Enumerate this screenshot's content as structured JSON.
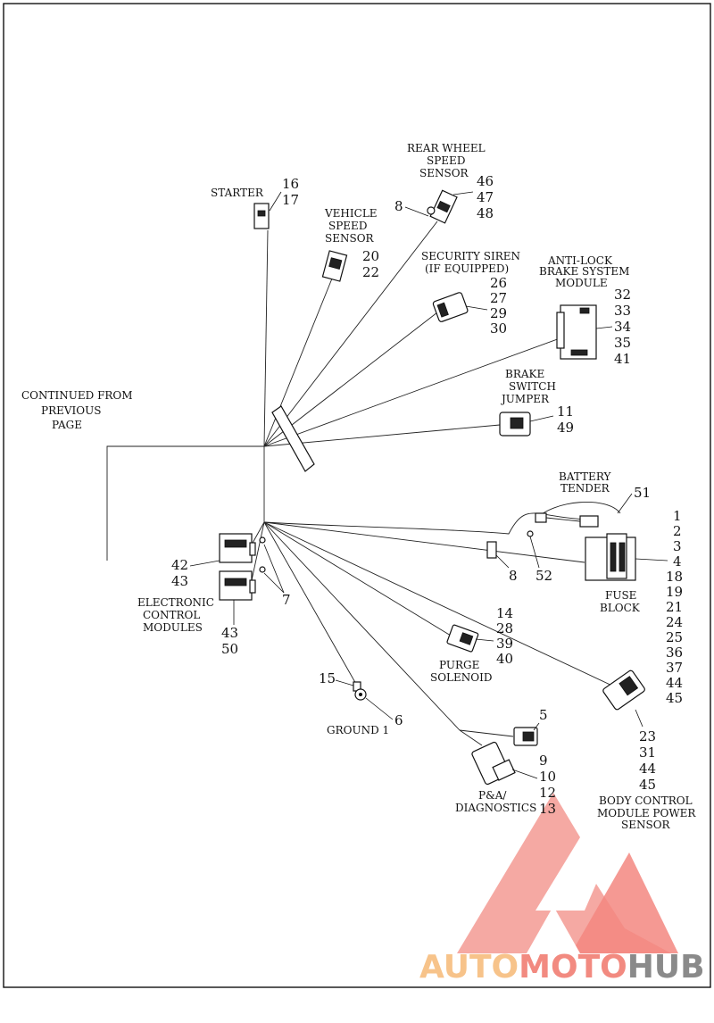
{
  "continued": [
    "CONTINUED FROM",
    "PREVIOUS",
    "PAGE"
  ],
  "starter": {
    "label": [
      "STARTER"
    ],
    "nums": [
      "16",
      "17"
    ]
  },
  "vss": {
    "label": [
      "VEHICLE",
      "SPEED",
      "SENSOR"
    ],
    "nums": [
      "20",
      "22"
    ]
  },
  "rwss": {
    "label": [
      "REAR WHEEL",
      "SPEED",
      "SENSOR"
    ],
    "nums": [
      "46",
      "47",
      "48"
    ],
    "callout": "8"
  },
  "siren": {
    "label": [
      "SECURITY SIREN",
      "(IF EQUIPPED)"
    ],
    "nums": [
      "26",
      "27",
      "29",
      "30"
    ]
  },
  "abs": {
    "label": [
      "ANTI-LOCK",
      "BRAKE SYSTEM",
      "MODULE"
    ],
    "nums": [
      "32",
      "33",
      "34",
      "35",
      "41"
    ]
  },
  "brake": {
    "label": [
      "BRAKE",
      "SWITCH",
      "JUMPER"
    ],
    "nums": [
      "11",
      "49"
    ]
  },
  "battery": {
    "label": [
      "BATTERY",
      "TENDER"
    ],
    "num": "51"
  },
  "fuse": {
    "label": [
      "FUSE",
      "BLOCK"
    ],
    "nums": [
      "1",
      "2",
      "3",
      "4",
      "18",
      "19",
      "21",
      "24",
      "25",
      "36",
      "37",
      "44",
      "45"
    ]
  },
  "clip8": "8",
  "clip52": "52",
  "ecm": {
    "label": [
      "ELECTRONIC",
      "CONTROL",
      "MODULES"
    ],
    "nums_top": [
      "42",
      "43"
    ],
    "nums_bottom": [
      "43",
      "50"
    ],
    "callout": "7"
  },
  "purge": {
    "label": [
      "PURGE",
      "SOLENOID"
    ],
    "nums": [
      "14",
      "28",
      "39",
      "40"
    ]
  },
  "ground": {
    "label": [
      "GROUND 1"
    ],
    "num_left": "15",
    "num_right": "6"
  },
  "diag": {
    "label": [
      "P&A/",
      "DIAGNOSTICS"
    ],
    "num_top": "5",
    "nums": [
      "9",
      "10",
      "12",
      "13"
    ]
  },
  "bcm": {
    "label": [
      "BODY CONTROL",
      "MODULE POWER",
      "SENSOR"
    ],
    "nums": [
      "23",
      "31",
      "44",
      "45"
    ]
  },
  "watermark": {
    "parts": [
      "AUTO",
      "MOTO",
      "HUB"
    ],
    "colors": [
      "#f7c38a",
      "#f28a80",
      "#8a8a8a"
    ],
    "logo_color": "#f06a6a"
  }
}
